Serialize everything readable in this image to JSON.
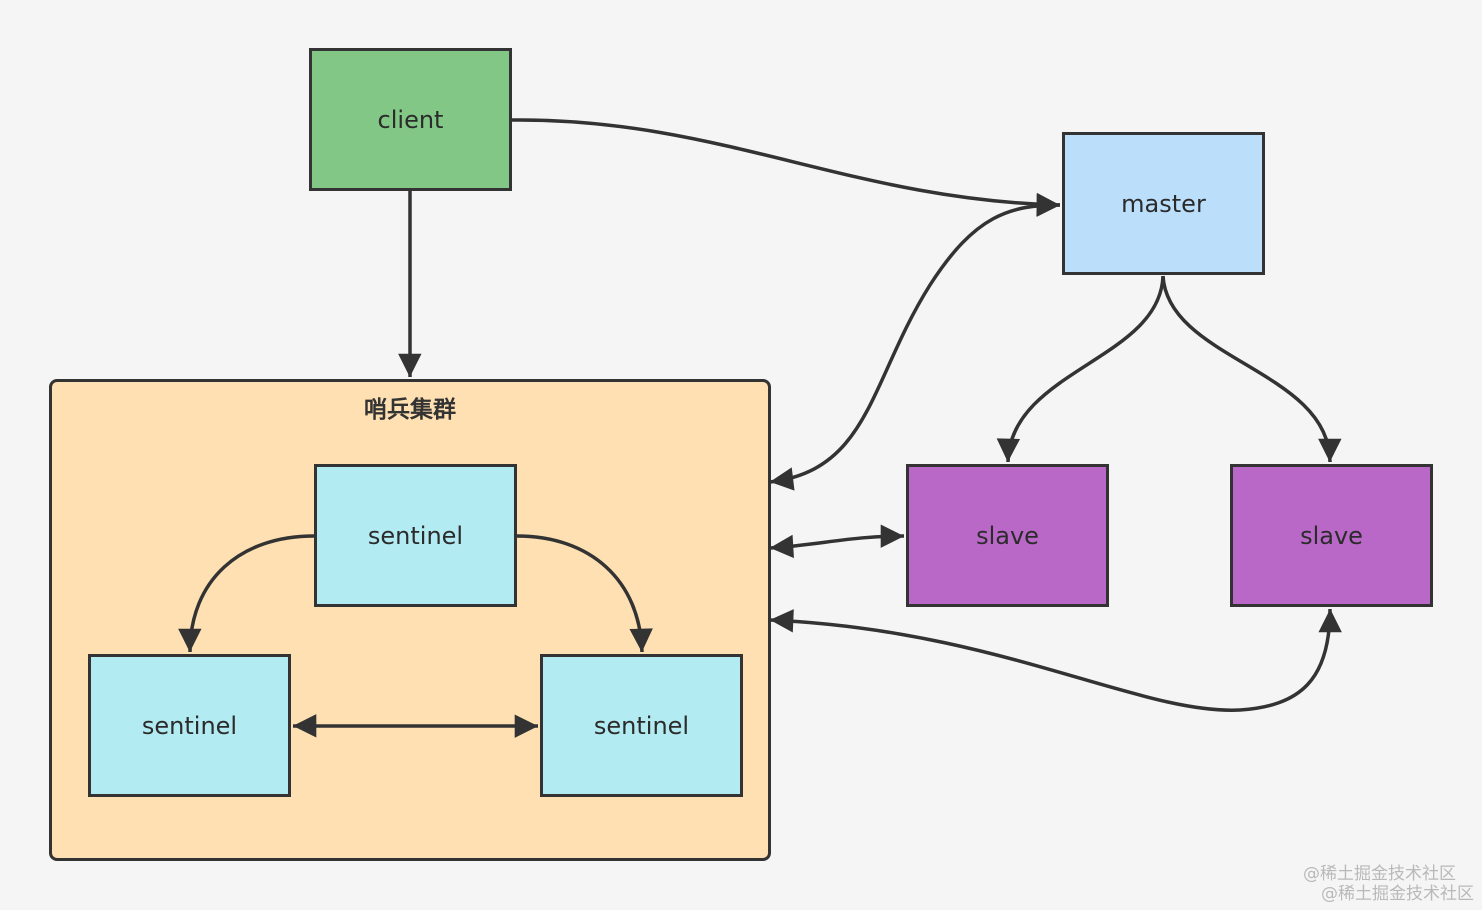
{
  "colors": {
    "background": "#f5f5f5",
    "stroke": "#333333",
    "client_fill": "#82c785",
    "master_fill": "#bbdefb",
    "slave_fill": "#ba68c8",
    "sentinel_fill": "#b2ebf2",
    "cluster_fill": "#ffe0b2"
  },
  "nodes": {
    "client": "client",
    "master": "master",
    "slave_left": "slave",
    "slave_right": "slave",
    "sentinel_top": "sentinel",
    "sentinel_left": "sentinel",
    "sentinel_right": "sentinel"
  },
  "cluster": {
    "title": "哨兵集群"
  },
  "edges": [
    {
      "from": "client",
      "to": "master",
      "direction": "one-way"
    },
    {
      "from": "client",
      "to": "sentinel cluster",
      "direction": "one-way"
    },
    {
      "from": "master",
      "to": "slave (left)",
      "direction": "one-way"
    },
    {
      "from": "master",
      "to": "slave (right)",
      "direction": "one-way"
    },
    {
      "from": "sentinel cluster",
      "to": "master",
      "direction": "two-way"
    },
    {
      "from": "sentinel cluster",
      "to": "slave (left)",
      "direction": "two-way"
    },
    {
      "from": "sentinel cluster",
      "to": "slave (right)",
      "direction": "two-way"
    },
    {
      "from": "sentinel (top)",
      "to": "sentinel (left)",
      "direction": "one-way"
    },
    {
      "from": "sentinel (top)",
      "to": "sentinel (right)",
      "direction": "one-way"
    },
    {
      "from": "sentinel (left)",
      "to": "sentinel (right)",
      "direction": "two-way"
    }
  ],
  "watermark": {
    "line1": "@稀土掘金技术社区",
    "line2": "@稀土掘金技术社区"
  }
}
